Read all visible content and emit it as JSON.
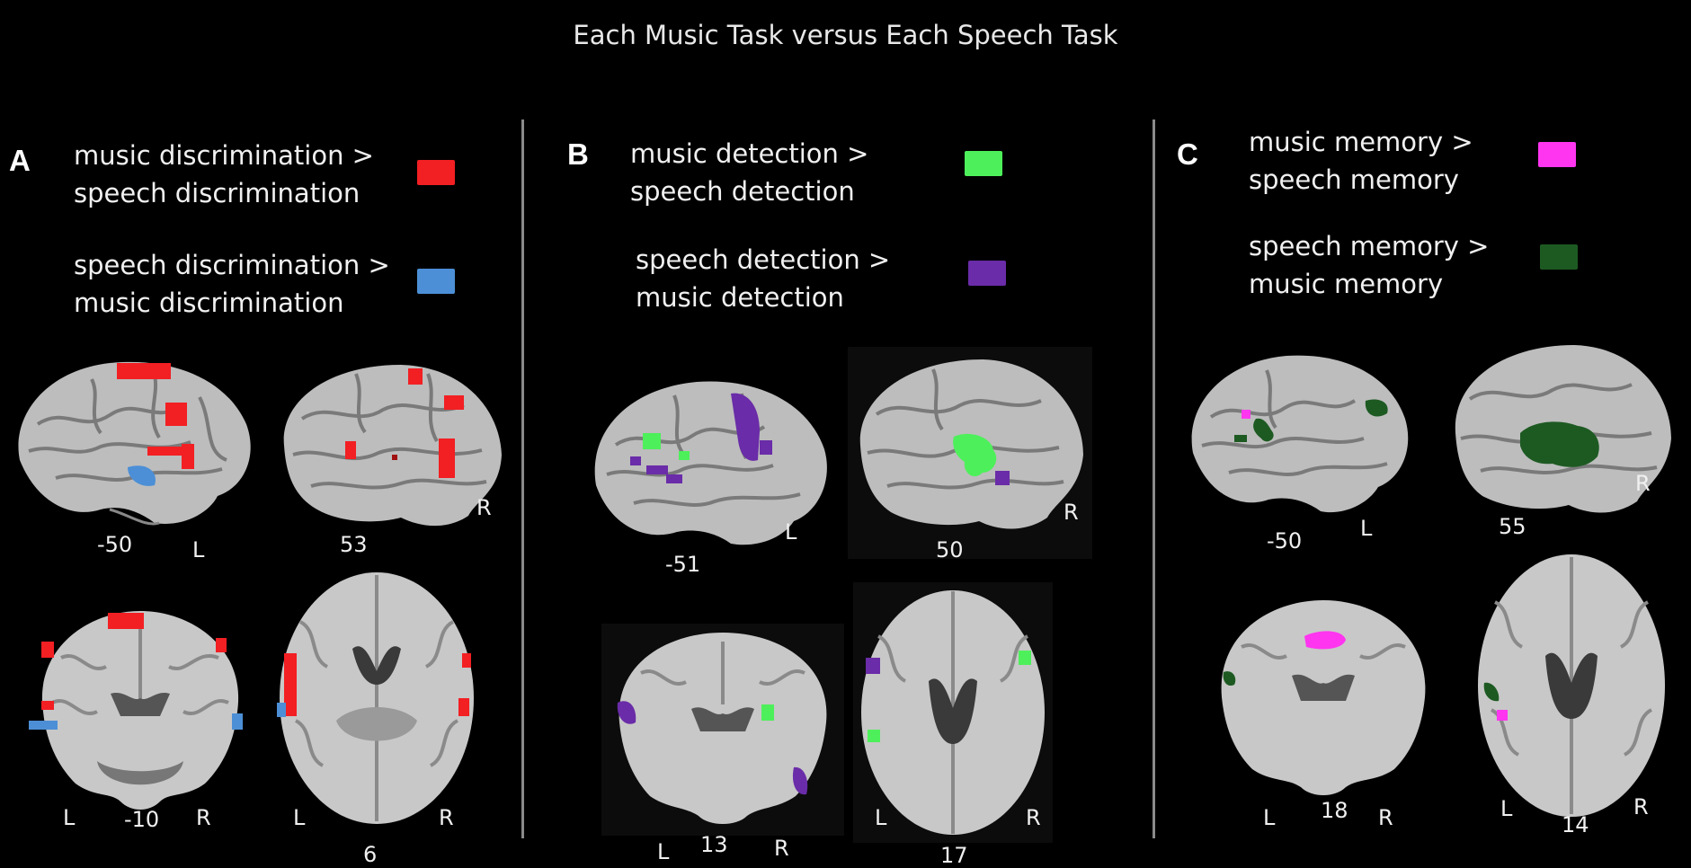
{
  "title": "Each Music Task versus Each Speech Task",
  "panels": {
    "A": {
      "letter": "A",
      "legend1": {
        "line1": "music discrimination >",
        "line2": "speech discrimination",
        "color": "#f21f23"
      },
      "legend2": {
        "line1": "speech discrimination >",
        "line2": "music discrimination",
        "color": "#4c8fd6"
      },
      "labels": {
        "sag_left": "-50",
        "sag_left_side": "L",
        "sag_right": "53",
        "sag_right_side": "R",
        "cor_L": "L",
        "cor_num": "-10",
        "cor_R": "R",
        "ax_L": "L",
        "ax_R": "R",
        "ax_num": "6"
      }
    },
    "B": {
      "letter": "B",
      "legend1": {
        "line1": "music detection >",
        "line2": "speech detection",
        "color": "#4df05a"
      },
      "legend2": {
        "line1": "speech detection >",
        "line2": "music detection",
        "color": "#6a2ca8"
      },
      "labels": {
        "sag_left": "-51",
        "sag_left_side": "L",
        "sag_right": "50",
        "sag_right_side": "R",
        "cor_L": "L",
        "cor_num": "13",
        "cor_R": "R",
        "ax_L": "L",
        "ax_R": "R",
        "ax_num": "17"
      }
    },
    "C": {
      "letter": "C",
      "legend1": {
        "line1": "music memory >",
        "line2": "speech memory",
        "color": "#ff35f0"
      },
      "legend2": {
        "line1": "speech memory >",
        "line2": "music memory",
        "color": "#1d5a22"
      },
      "labels": {
        "sag_left": "-50",
        "sag_left_side": "L",
        "sag_right": "55",
        "sag_right_side": "R",
        "cor_L": "L",
        "cor_num": "18",
        "cor_R": "R",
        "ax_L": "L",
        "ax_R": "R",
        "ax_num": "14"
      }
    }
  }
}
